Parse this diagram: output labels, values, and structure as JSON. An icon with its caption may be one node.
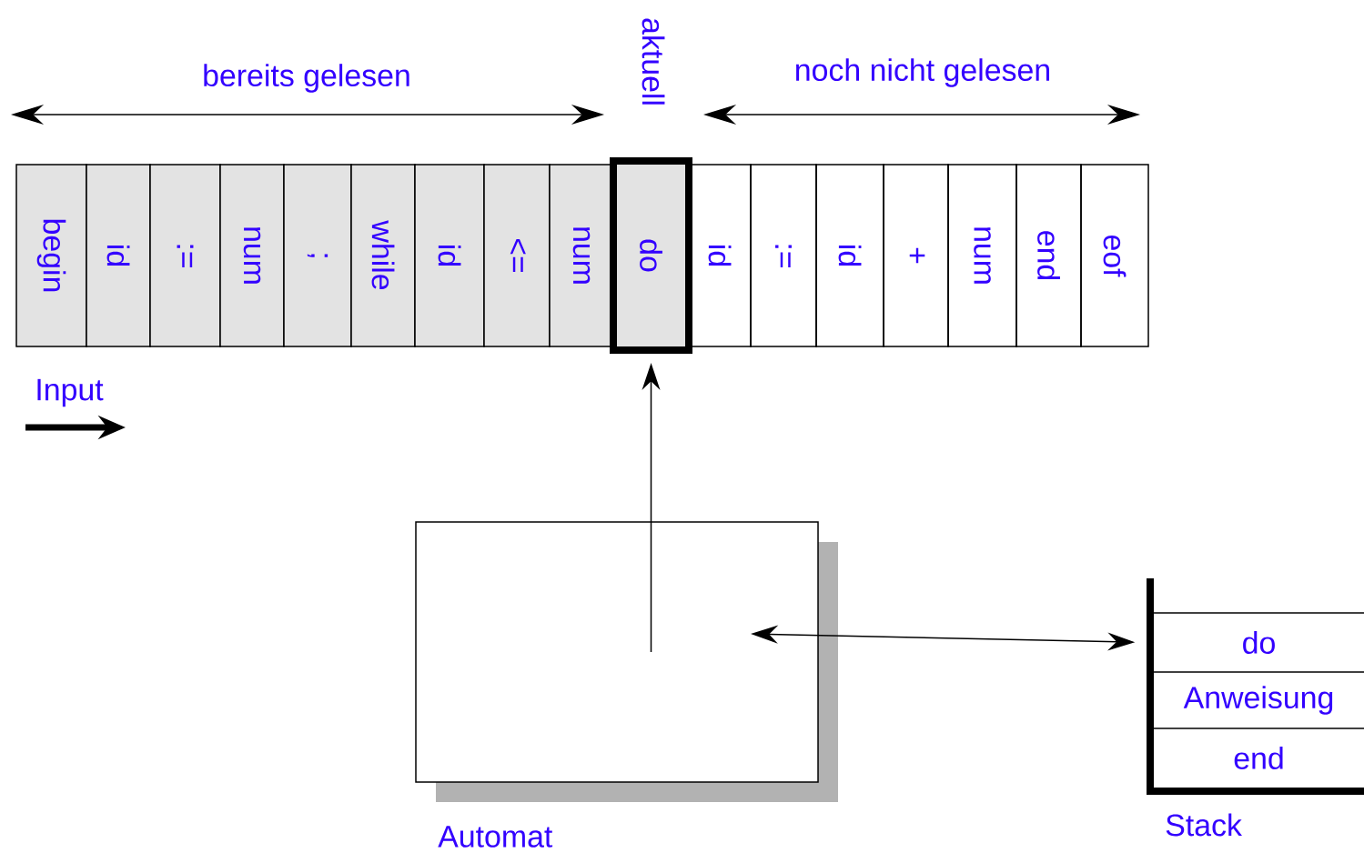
{
  "diagram": {
    "nodes": [
      {
        "text": [
          "begin"
        ]
      },
      {
        "text": [
          "id"
        ]
      },
      {
        "text": [
          ":="
        ]
      },
      {
        "text": [
          "num"
        ]
      },
      {
        "text": [
          ";"
        ]
      },
      {
        "text": [
          "while"
        ]
      },
      {
        "text": [
          "id"
        ]
      },
      {
        "text": [
          "<="
        ]
      },
      {
        "text": [
          "num"
        ]
      },
      {
        "text": [
          "do"
        ]
      },
      {
        "text": [
          "id"
        ]
      },
      {
        "text": [
          ":="
        ]
      },
      {
        "text": [
          "id"
        ]
      },
      {
        "text": [
          "+"
        ]
      },
      {
        "text": [
          "num"
        ]
      },
      {
        "text": [
          "end"
        ]
      },
      {
        "text": [
          "eof"
        ]
      },
      {
        "text": [
          "Automat"
        ]
      },
      {
        "text": [
          "Stack"
        ]
      },
      {
        "text": [
          "do"
        ],
        "in": 18
      },
      {
        "text": [
          "Anweisung"
        ],
        "in": 18
      },
      {
        "text": [
          "end"
        ],
        "in": 18
      }
    ],
    "edges": [
      {
        "from": 17,
        "to": 9,
        "arrow": "to"
      },
      {
        "from": 17,
        "to": 18,
        "arrow": "both"
      }
    ],
    "labels": [
      "bereits gelesen",
      "aktuell",
      "noch nicht gelesen",
      "Input"
    ]
  }
}
